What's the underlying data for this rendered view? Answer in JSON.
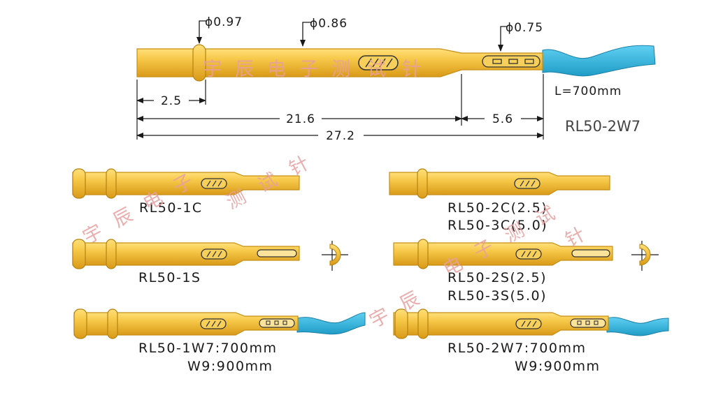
{
  "colors": {
    "pin_gold": "#f3be3c",
    "pin_gold_dark": "#d99a18",
    "pin_highlight": "#ffe07a",
    "wire_blue": "#35b6e0",
    "watermark": "#e8a0a0"
  },
  "main": {
    "dims": {
      "dia_head": "ϕ0.97",
      "dia_body": "ϕ0.86",
      "dia_tip": "ϕ0.75",
      "len_head": "2.5",
      "len_body": "21.6",
      "len_tip": "5.6",
      "len_total": "27.2"
    },
    "wire_length": "L=700mm",
    "model": "RL50-2W7"
  },
  "variants": [
    {
      "lines": [
        "RL50-1C"
      ]
    },
    {
      "lines": [
        "RL50-2C(2.5)",
        "RL50-3C(5.0)"
      ]
    },
    {
      "lines": [
        "RL50-1S"
      ]
    },
    {
      "lines": [
        "RL50-2S(2.5)",
        "RL50-3S(5.0)"
      ]
    },
    {
      "lines": [
        "RL50-1W7:700mm",
        "W9:900mm"
      ]
    },
    {
      "lines": [
        "RL50-2W7:700mm",
        "W9:900mm"
      ]
    }
  ],
  "watermark": {
    "chars": [
      "宇",
      "辰",
      "电",
      "子",
      "测",
      "试",
      "针"
    ]
  }
}
